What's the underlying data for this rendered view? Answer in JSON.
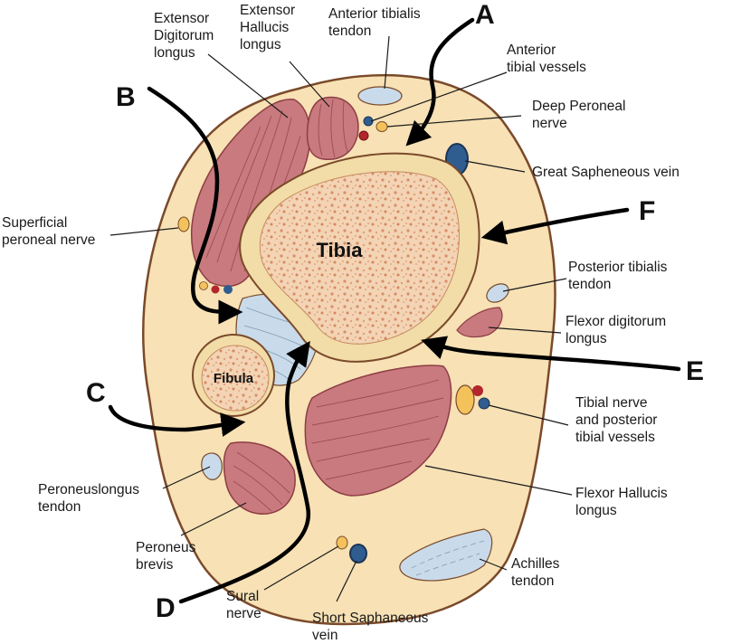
{
  "structures": {
    "tibia": "Tibia",
    "fibula": "Fibula"
  },
  "arrows": {
    "a": "A",
    "b": "B",
    "c": "C",
    "d": "D",
    "e": "E",
    "f": "F"
  },
  "labels": {
    "extensor_digitorum": [
      "Extensor",
      "Digitorum",
      "longus"
    ],
    "extensor_hallucis": [
      "Extensor",
      "Hallucis",
      "longus"
    ],
    "anterior_tibialis_tendon": [
      "Anterior tibialis",
      "tendon"
    ],
    "anterior_tibial_vessels": [
      "Anterior",
      "tibial vessels"
    ],
    "deep_peroneal_nerve": [
      "Deep Peroneal",
      "nerve"
    ],
    "great_saphenous_vein": [
      "Great Sapheneous vein"
    ],
    "superficial_peroneal_nerve": [
      "Superficial",
      "peroneal nerve"
    ],
    "posterior_tibialis_tendon": [
      "Posterior tibialis",
      "tendon"
    ],
    "flexor_digitorum_longus": [
      "Flexor digitorum",
      "longus"
    ],
    "tibial_nerve": [
      "Tibial nerve",
      "and posterior",
      "tibial vessels"
    ],
    "peroneus_longus_tendon": [
      "Peroneuslongus",
      "tendon"
    ],
    "peroneus_brevis": [
      "Peroneus",
      "brevis"
    ],
    "flexor_hallucis_longus": [
      "Flexor Hallucis",
      "longus"
    ],
    "sural_nerve": [
      "Sural",
      "nerve"
    ],
    "short_saphenous_vein": [
      "Short Saphaneous",
      "vein"
    ],
    "achilles_tendon": [
      "Achilles",
      "tendon"
    ]
  },
  "colors": {
    "skin_fill": "#f7e1b5",
    "skin_outline": "#7a4a2a",
    "muscle": "#c97a7e",
    "bone_cortex": "#f2dca8",
    "bone_marrow": "#e9b48f",
    "tendon": "#c9dbea",
    "nerve": "#f4c25b",
    "vein": "#2f5d8f",
    "artery": "#b3262d",
    "arrow": "#000000"
  }
}
